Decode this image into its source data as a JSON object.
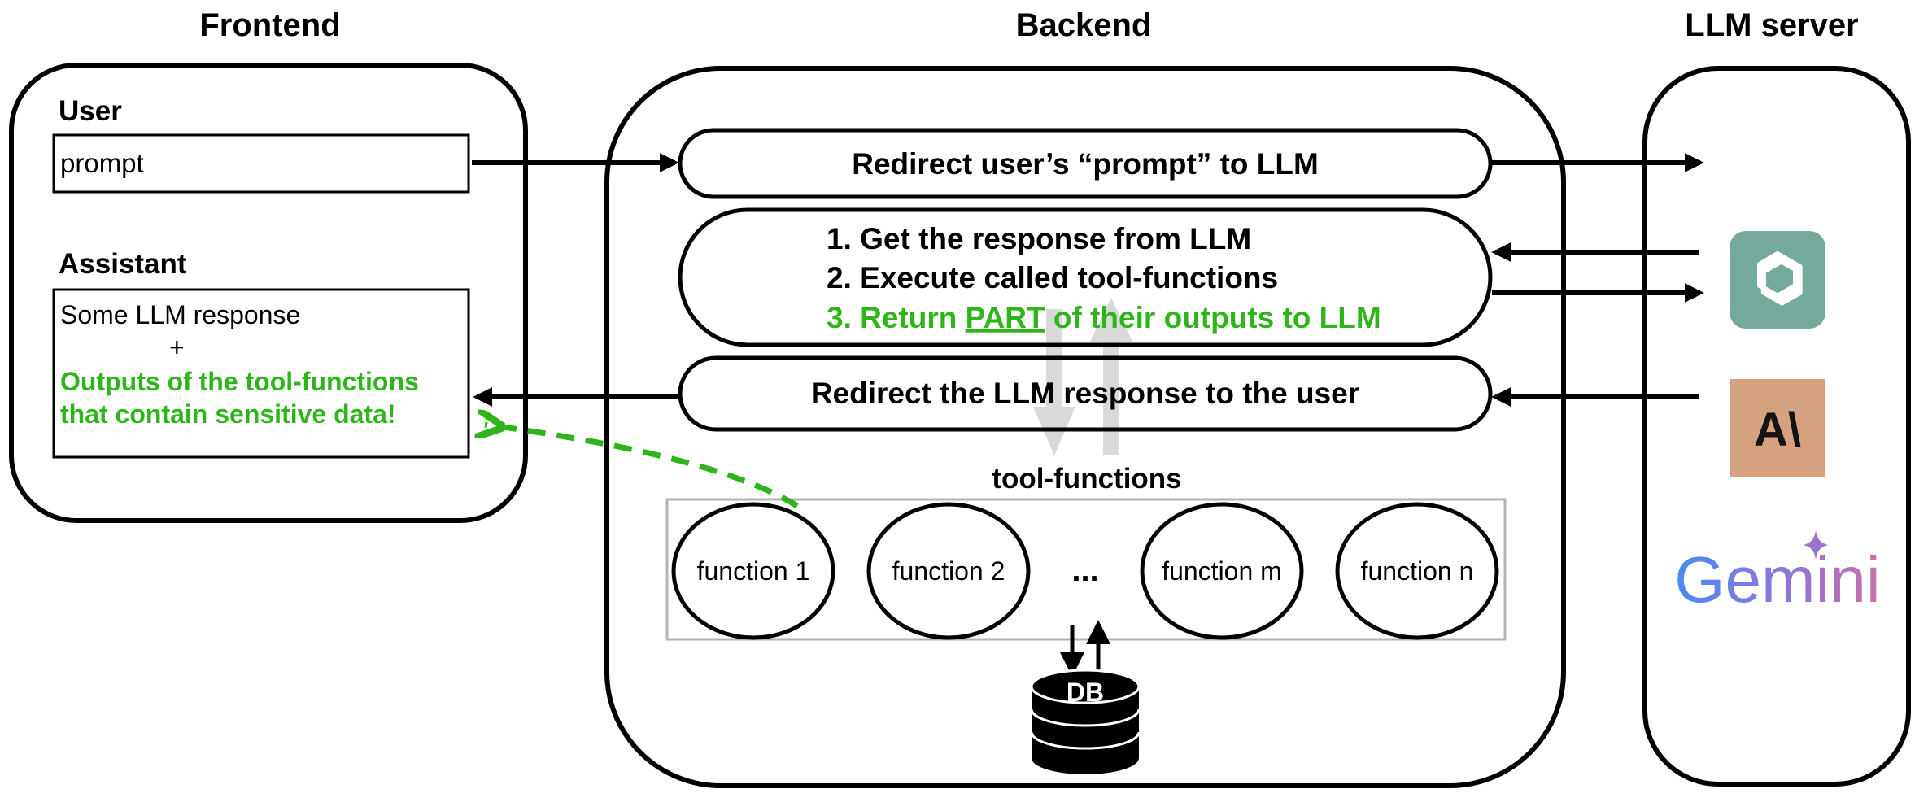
{
  "columns": {
    "frontend": "Frontend",
    "backend": "Backend",
    "llm_server": "LLM server"
  },
  "frontend": {
    "user_label": "User",
    "prompt_value": "prompt",
    "assistant_label": "Assistant",
    "response_line": "Some LLM response",
    "plus": "+",
    "highlight_line1": "Outputs of the tool-functions",
    "highlight_line2": "that contain sensitive data!"
  },
  "backend": {
    "step_redirect_prompt": "Redirect user’s “prompt” to LLM",
    "steps": [
      "1. Get the response from LLM",
      "2. Execute called tool-functions"
    ],
    "step3_prefix": "3. Return ",
    "step3_emphasis": "PART",
    "step3_suffix": " of their outputs to LLM",
    "step_redirect_response": "Redirect the LLM response to the user",
    "tool_functions_label": "tool-functions",
    "functions": [
      "function 1",
      "function 2",
      "...",
      "function m",
      "function n"
    ],
    "db_label": "DB"
  },
  "llm_server": {
    "providers": [
      "openai-logo",
      "anthropic-logo",
      "gemini-logo"
    ],
    "anthropic_mark": "A\\",
    "gemini_wordmark": "Gemini"
  },
  "colors": {
    "highlight_green": "#2db51a",
    "openai_bg": "#74aa9c",
    "anthropic_bg": "#d4a27f",
    "gray_arrow": "#d9d9d9"
  }
}
